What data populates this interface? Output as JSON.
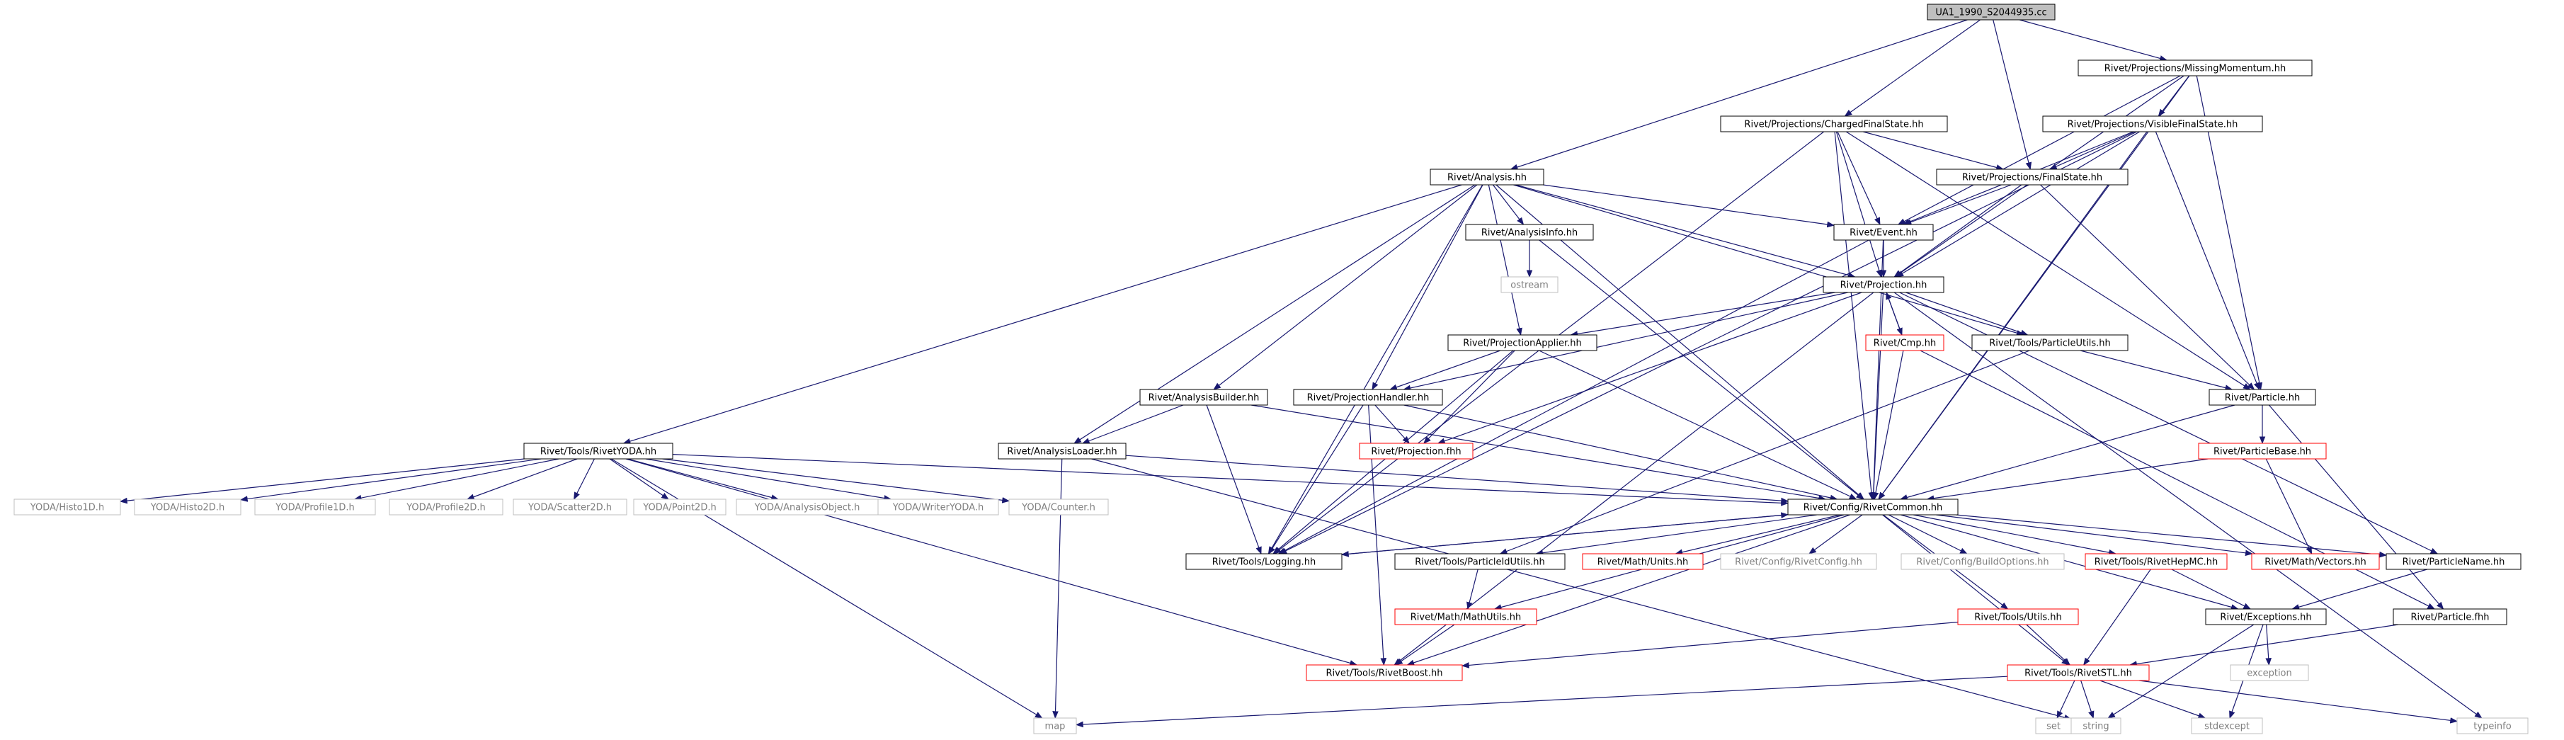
{
  "diagram": {
    "colors": {
      "edge": "#191970",
      "root_fill": "#bfbfbf",
      "box_border_black": "#000000",
      "box_border_red": "#ff0000",
      "box_border_gray": "#bfbfbf",
      "text_dark": "#000000",
      "text_gray": "#7f7f7f"
    },
    "nodes": [
      {
        "id": "root",
        "label": "UA1_1990_S2044935.cc",
        "style": "root"
      },
      {
        "id": "missmom",
        "label": "Rivet/Projections/MissingMomentum.hh",
        "style": "black"
      },
      {
        "id": "chfs",
        "label": "Rivet/Projections/ChargedFinalState.hh",
        "style": "black"
      },
      {
        "id": "visfs",
        "label": "Rivet/Projections/VisibleFinalState.hh",
        "style": "black"
      },
      {
        "id": "analysis",
        "label": "Rivet/Analysis.hh",
        "style": "black"
      },
      {
        "id": "finalstate",
        "label": "Rivet/Projections/FinalState.hh",
        "style": "black"
      },
      {
        "id": "analysisinfo",
        "label": "Rivet/AnalysisInfo.hh",
        "style": "black"
      },
      {
        "id": "event",
        "label": "Rivet/Event.hh",
        "style": "black"
      },
      {
        "id": "ostream",
        "label": "ostream",
        "style": "gray"
      },
      {
        "id": "projection",
        "label": "Rivet/Projection.hh",
        "style": "black"
      },
      {
        "id": "projapplier",
        "label": "Rivet/ProjectionApplier.hh",
        "style": "black"
      },
      {
        "id": "cmp",
        "label": "Rivet/Cmp.hh",
        "style": "red"
      },
      {
        "id": "particleutils",
        "label": "Rivet/Tools/ParticleUtils.hh",
        "style": "black"
      },
      {
        "id": "particle",
        "label": "Rivet/Particle.hh",
        "style": "black"
      },
      {
        "id": "analysisbuilder",
        "label": "Rivet/AnalysisBuilder.hh",
        "style": "black"
      },
      {
        "id": "projhandler",
        "label": "Rivet/ProjectionHandler.hh",
        "style": "black"
      },
      {
        "id": "particlebase",
        "label": "Rivet/ParticleBase.hh",
        "style": "red"
      },
      {
        "id": "rivetyoda",
        "label": "Rivet/Tools/RivetYODA.hh",
        "style": "black"
      },
      {
        "id": "analysisloader",
        "label": "Rivet/AnalysisLoader.hh",
        "style": "black"
      },
      {
        "id": "projfhh",
        "label": "Rivet/Projection.fhh",
        "style": "red"
      },
      {
        "id": "rivetcommon",
        "label": "Rivet/Config/RivetCommon.hh",
        "style": "black"
      },
      {
        "id": "h1d",
        "label": "YODA/Histo1D.h",
        "style": "gray"
      },
      {
        "id": "h2d",
        "label": "YODA/Histo2D.h",
        "style": "gray"
      },
      {
        "id": "p1d",
        "label": "YODA/Profile1D.h",
        "style": "gray"
      },
      {
        "id": "p2d",
        "label": "YODA/Profile2D.h",
        "style": "gray"
      },
      {
        "id": "s2d",
        "label": "YODA/Scatter2D.h",
        "style": "gray"
      },
      {
        "id": "pt2d",
        "label": "YODA/Point2D.h",
        "style": "gray"
      },
      {
        "id": "aobj",
        "label": "YODA/AnalysisObject.h",
        "style": "gray"
      },
      {
        "id": "writer",
        "label": "YODA/WriterYODA.h",
        "style": "gray"
      },
      {
        "id": "counter",
        "label": "YODA/Counter.h",
        "style": "gray"
      },
      {
        "id": "logging",
        "label": "Rivet/Tools/Logging.hh",
        "style": "black"
      },
      {
        "id": "pidutils",
        "label": "Rivet/Tools/ParticleIdUtils.hh",
        "style": "black"
      },
      {
        "id": "units",
        "label": "Rivet/Math/Units.hh",
        "style": "red"
      },
      {
        "id": "rivetconfig",
        "label": "Rivet/Config/RivetConfig.hh",
        "style": "gray"
      },
      {
        "id": "buildopts",
        "label": "Rivet/Config/BuildOptions.hh",
        "style": "gray"
      },
      {
        "id": "hepmc",
        "label": "Rivet/Tools/RivetHepMC.hh",
        "style": "red"
      },
      {
        "id": "vectors",
        "label": "Rivet/Math/Vectors.hh",
        "style": "red"
      },
      {
        "id": "pname",
        "label": "Rivet/ParticleName.hh",
        "style": "black"
      },
      {
        "id": "mathutils",
        "label": "Rivet/Math/MathUtils.hh",
        "style": "red"
      },
      {
        "id": "utils",
        "label": "Rivet/Tools/Utils.hh",
        "style": "red"
      },
      {
        "id": "exceptions",
        "label": "Rivet/Exceptions.hh",
        "style": "black"
      },
      {
        "id": "particlefhh",
        "label": "Rivet/Particle.fhh",
        "style": "black"
      },
      {
        "id": "rivetboost",
        "label": "Rivet/Tools/RivetBoost.hh",
        "style": "red"
      },
      {
        "id": "exception",
        "label": "exception",
        "style": "gray"
      },
      {
        "id": "rivetstl",
        "label": "Rivet/Tools/RivetSTL.hh",
        "style": "red"
      },
      {
        "id": "map",
        "label": "map",
        "style": "gray"
      },
      {
        "id": "set",
        "label": "set",
        "style": "gray"
      },
      {
        "id": "string",
        "label": "string",
        "style": "gray"
      },
      {
        "id": "stdexcept",
        "label": "stdexcept",
        "style": "gray"
      },
      {
        "id": "typeinfo",
        "label": "typeinfo",
        "style": "gray"
      }
    ],
    "edges": [
      [
        "root",
        "missmom"
      ],
      [
        "root",
        "chfs"
      ],
      [
        "root",
        "analysis"
      ],
      [
        "root",
        "finalstate"
      ],
      [
        "missmom",
        "visfs"
      ],
      [
        "missmom",
        "event"
      ],
      [
        "missmom",
        "projection"
      ],
      [
        "missmom",
        "particle"
      ],
      [
        "missmom",
        "rivetcommon"
      ],
      [
        "chfs",
        "finalstate"
      ],
      [
        "chfs",
        "event"
      ],
      [
        "chfs",
        "projection"
      ],
      [
        "chfs",
        "particle"
      ],
      [
        "chfs",
        "logging"
      ],
      [
        "chfs",
        "rivetcommon"
      ],
      [
        "visfs",
        "finalstate"
      ],
      [
        "visfs",
        "event"
      ],
      [
        "visfs",
        "projection"
      ],
      [
        "visfs",
        "particle"
      ],
      [
        "visfs",
        "logging"
      ],
      [
        "visfs",
        "rivetcommon"
      ],
      [
        "finalstate",
        "event"
      ],
      [
        "finalstate",
        "projection"
      ],
      [
        "finalstate",
        "particle"
      ],
      [
        "analysis",
        "analysisinfo"
      ],
      [
        "analysis",
        "event"
      ],
      [
        "analysis",
        "projection"
      ],
      [
        "analysis",
        "projapplier"
      ],
      [
        "analysis",
        "projhandler"
      ],
      [
        "analysis",
        "particleutils"
      ],
      [
        "analysis",
        "analysisbuilder"
      ],
      [
        "analysis",
        "analysisloader"
      ],
      [
        "analysis",
        "rivetyoda"
      ],
      [
        "analysis",
        "logging"
      ],
      [
        "analysis",
        "rivetcommon"
      ],
      [
        "analysisinfo",
        "ostream"
      ],
      [
        "analysisinfo",
        "rivetcommon"
      ],
      [
        "event",
        "projection"
      ],
      [
        "event",
        "rivetcommon"
      ],
      [
        "event",
        "logging"
      ],
      [
        "projection",
        "projapplier"
      ],
      [
        "projection",
        "cmp"
      ],
      [
        "projection",
        "particleutils"
      ],
      [
        "projection",
        "projhandler"
      ],
      [
        "projection",
        "projfhh"
      ],
      [
        "projection",
        "rivetcommon"
      ],
      [
        "projection",
        "rivetboost"
      ],
      [
        "projection",
        "pname"
      ],
      [
        "projection",
        "typeinfo"
      ],
      [
        "cmp",
        "projection"
      ],
      [
        "cmp",
        "rivetcommon"
      ],
      [
        "cmp",
        "particlefhh"
      ],
      [
        "particleutils",
        "particle"
      ],
      [
        "particleutils",
        "pidutils"
      ],
      [
        "particle",
        "particlebase"
      ],
      [
        "particle",
        "rivetcommon"
      ],
      [
        "particle",
        "particlefhh"
      ],
      [
        "particlebase",
        "rivetcommon"
      ],
      [
        "particlebase",
        "vectors"
      ],
      [
        "projapplier",
        "projhandler"
      ],
      [
        "projapplier",
        "projfhh"
      ],
      [
        "projapplier",
        "rivetcommon"
      ],
      [
        "projapplier",
        "logging"
      ],
      [
        "projhandler",
        "projfhh"
      ],
      [
        "projhandler",
        "rivetcommon"
      ],
      [
        "projhandler",
        "logging"
      ],
      [
        "projhandler",
        "rivetboost"
      ],
      [
        "analysisbuilder",
        "analysisloader"
      ],
      [
        "analysisbuilder",
        "logging"
      ],
      [
        "analysisbuilder",
        "rivetcommon"
      ],
      [
        "analysisloader",
        "rivetcommon"
      ],
      [
        "analysisloader",
        "map"
      ],
      [
        "analysisloader",
        "string"
      ],
      [
        "rivetyoda",
        "h1d"
      ],
      [
        "rivetyoda",
        "h2d"
      ],
      [
        "rivetyoda",
        "p1d"
      ],
      [
        "rivetyoda",
        "p2d"
      ],
      [
        "rivetyoda",
        "s2d"
      ],
      [
        "rivetyoda",
        "pt2d"
      ],
      [
        "rivetyoda",
        "aobj"
      ],
      [
        "rivetyoda",
        "writer"
      ],
      [
        "rivetyoda",
        "counter"
      ],
      [
        "rivetyoda",
        "rivetcommon"
      ],
      [
        "rivetyoda",
        "rivetboost"
      ],
      [
        "rivetyoda",
        "map"
      ],
      [
        "rivetcommon",
        "logging"
      ],
      [
        "rivetcommon",
        "pidutils"
      ],
      [
        "rivetcommon",
        "units"
      ],
      [
        "rivetcommon",
        "rivetconfig"
      ],
      [
        "rivetcommon",
        "buildopts"
      ],
      [
        "rivetcommon",
        "hepmc"
      ],
      [
        "rivetcommon",
        "vectors"
      ],
      [
        "rivetcommon",
        "pname"
      ],
      [
        "rivetcommon",
        "mathutils"
      ],
      [
        "rivetcommon",
        "utils"
      ],
      [
        "rivetcommon",
        "exceptions"
      ],
      [
        "rivetcommon",
        "rivetboost"
      ],
      [
        "rivetcommon",
        "rivetstl"
      ],
      [
        "logging",
        "rivetcommon"
      ],
      [
        "pidutils",
        "mathutils"
      ],
      [
        "mathutils",
        "rivetboost"
      ],
      [
        "utils",
        "rivetstl"
      ],
      [
        "utils",
        "rivetboost"
      ],
      [
        "hepmc",
        "rivetstl"
      ],
      [
        "hepmc",
        "exceptions"
      ],
      [
        "pname",
        "exceptions"
      ],
      [
        "exceptions",
        "exception"
      ],
      [
        "exceptions",
        "string"
      ],
      [
        "exceptions",
        "stdexcept"
      ],
      [
        "particlefhh",
        "rivetstl"
      ],
      [
        "rivetstl",
        "map"
      ],
      [
        "rivetstl",
        "set"
      ],
      [
        "rivetstl",
        "string"
      ],
      [
        "rivetstl",
        "stdexcept"
      ],
      [
        "rivetstl",
        "typeinfo"
      ]
    ]
  }
}
